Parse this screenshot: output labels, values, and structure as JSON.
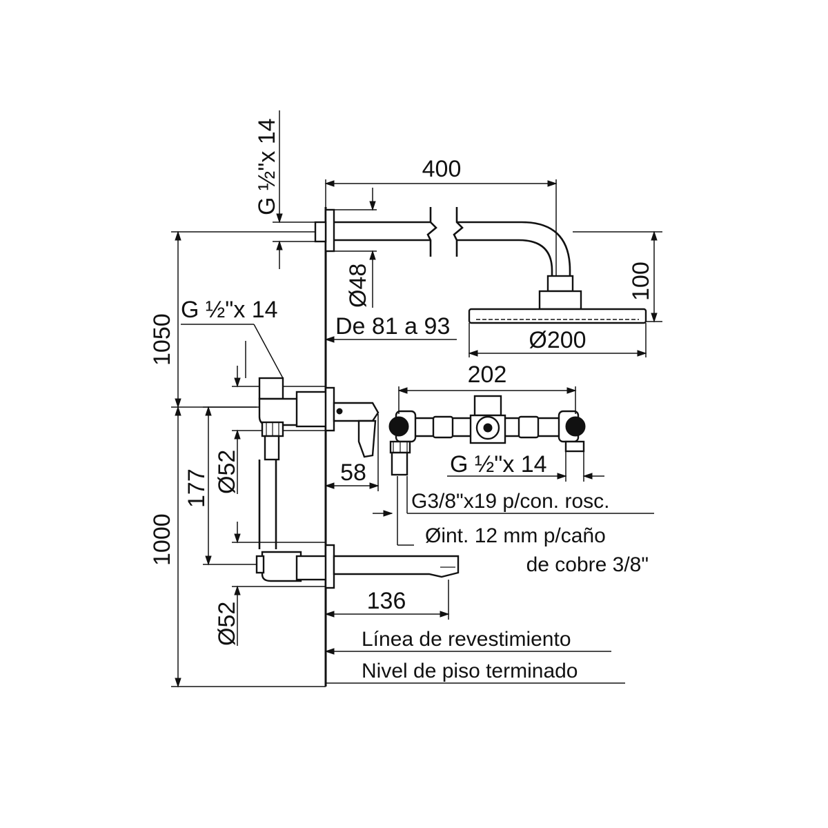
{
  "colors": {
    "line": "#111111",
    "background": "#ffffff"
  },
  "dims": {
    "arm_length": "400",
    "inlet_thread_top": "G ½\"x 14",
    "flange_diameter": "Ø48",
    "wall_depth_range": "De 81 a 93",
    "drop_height": "100",
    "head_diameter": "Ø200",
    "shower_height": "1050",
    "mixer_thread": "G ½\"x 14",
    "mixer_flange": "Ø52",
    "mixer_depth": "58",
    "body_width": "202",
    "body_thread": "G ½\"x 14",
    "spacing": "177",
    "tub_height": "1000",
    "spout_flange": "Ø52",
    "spout_length": "136"
  },
  "notes": {
    "threaded_connection": "G3/8\"x19 p/con. rosc.",
    "copper_line1": "Øint. 12 mm p/caño",
    "copper_line2": "de cobre 3/8\"",
    "cladding_line": "Línea de revestimiento",
    "finished_floor": "Nivel de piso terminado"
  }
}
